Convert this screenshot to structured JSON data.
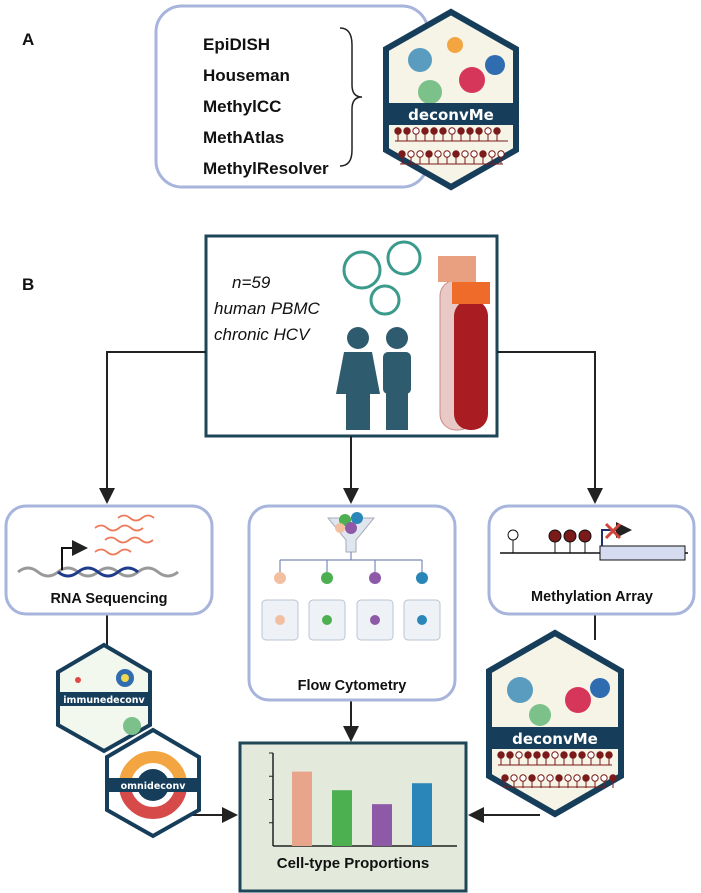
{
  "panel_a": {
    "label": "A",
    "methods": [
      "EpiDISH",
      "Houseman",
      "MethylCC",
      "MethAtlas",
      "MethylResolver"
    ],
    "logo_text": "deconvMe"
  },
  "panel_b": {
    "label": "B",
    "cohort": {
      "line1": "n=59",
      "line2": "human PBMC",
      "line3": "chronic HCV"
    },
    "rna_label": "RNA Sequencing",
    "flow_label": "Flow Cytometry",
    "methylation_label": "Methylation Array",
    "logos": {
      "immunedeconv": "immunedeconv",
      "omnideconv": "omnideconv",
      "deconvme": "deconvMe"
    },
    "result_label": "Cell-type Proportions"
  },
  "colors": {
    "box_border": "#a7b4db",
    "dark_border": "#1d4657",
    "result_bg": "#e3eadb",
    "hex_dark": "#163d5a",
    "methyl": "#7a1a1a"
  },
  "chart_data": {
    "type": "bar",
    "title": "Cell-type Proportions",
    "values": [
      3.2,
      2.4,
      1.8,
      2.7
    ],
    "colors": [
      "#e8a58c",
      "#4caf50",
      "#8e5aa8",
      "#2a86b8"
    ],
    "ylim": [
      0,
      4
    ]
  }
}
